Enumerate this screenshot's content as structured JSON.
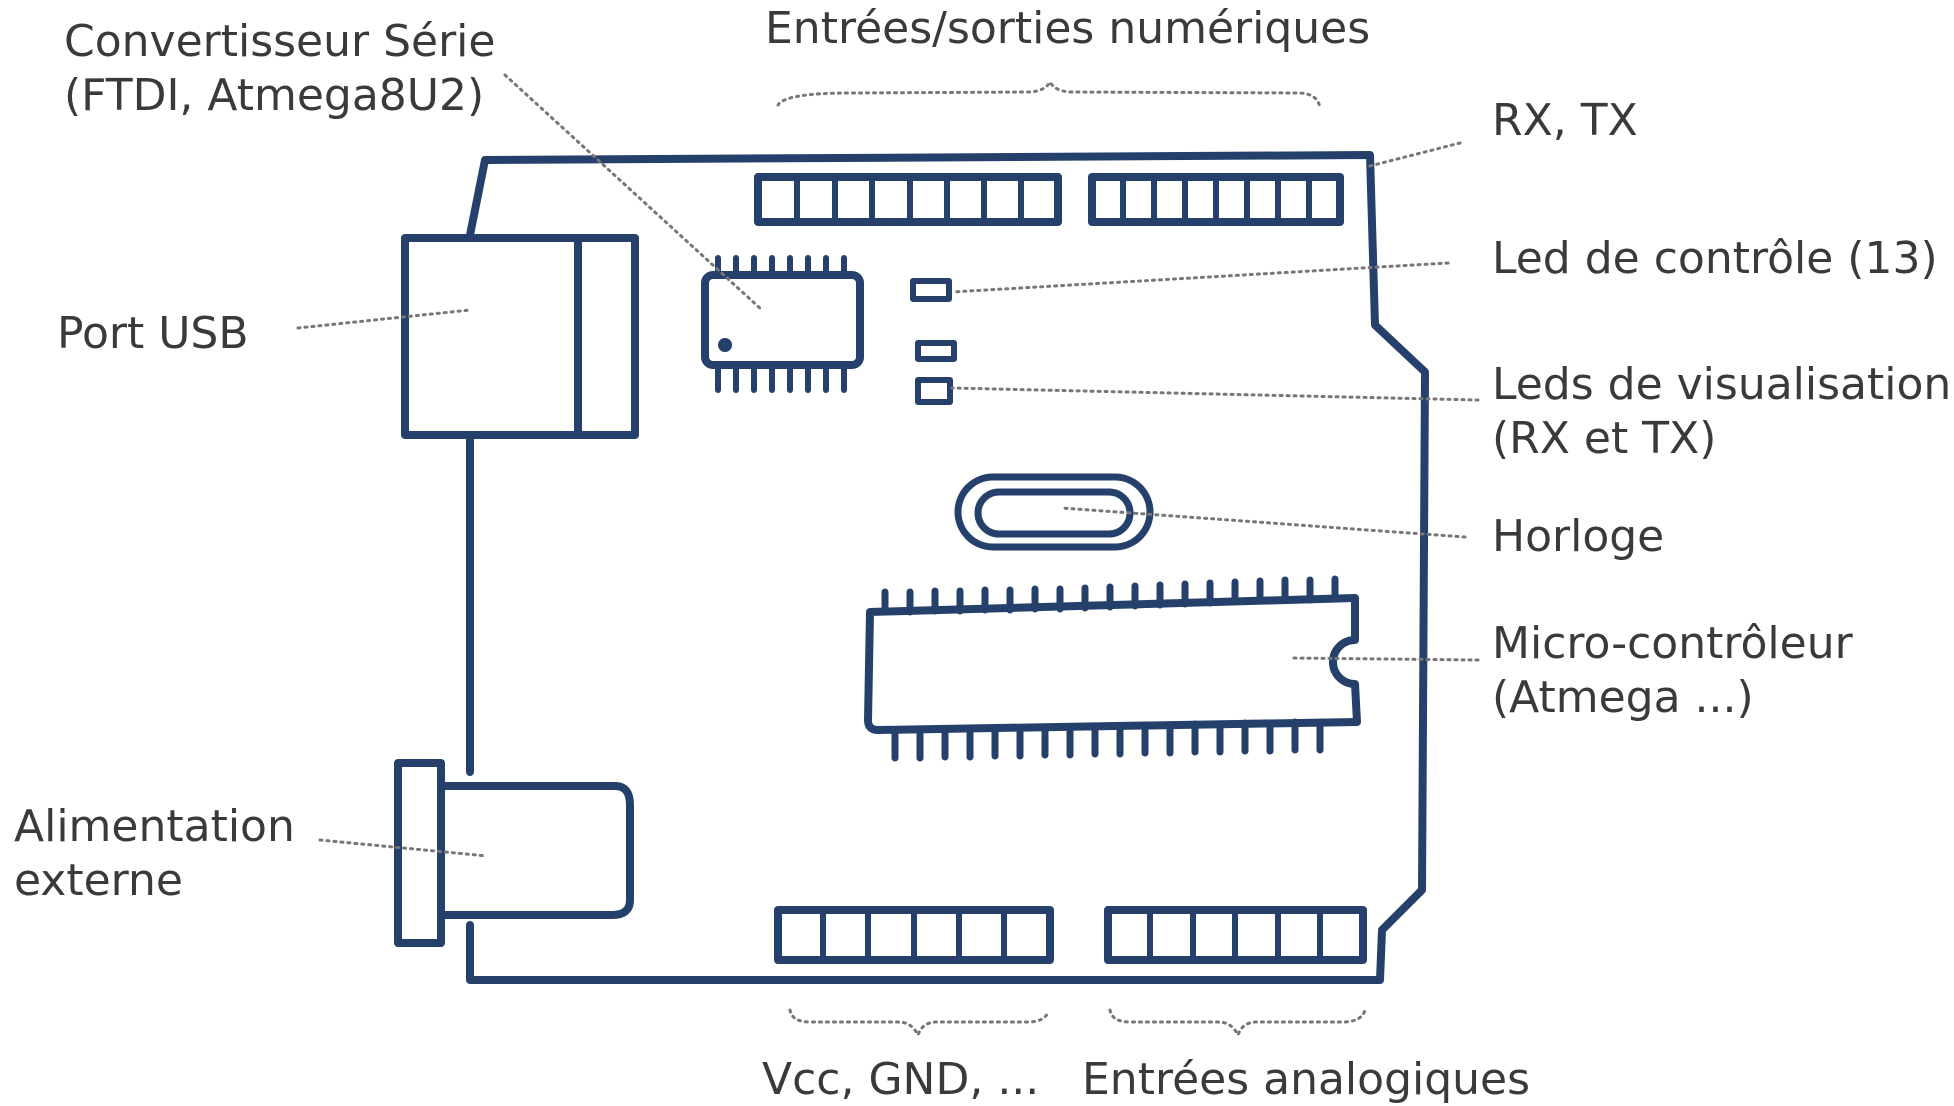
{
  "colors": {
    "ink": "#25406b",
    "leader": "#777777",
    "text": "#3a3a3a",
    "background": "#ffffff"
  },
  "labels": {
    "converter": {
      "line1": "Convertisseur Série",
      "line2": "(FTDI, Atmega8U2)"
    },
    "digital_io": "Entrées/sorties numériques",
    "rx_tx": "RX, TX",
    "control_led": "Led de contrôle (13)",
    "usb_port": "Port USB",
    "viz_leds": {
      "line1": "Leds de visualisation",
      "line2": "(RX et TX)"
    },
    "clock": "Horloge",
    "microcontroller": {
      "line1": "Micro-contrôleur",
      "line2": "(Atmega ...)"
    },
    "external_power": {
      "line1": "Alimentation",
      "line2": "externe"
    },
    "power_pins": "Vcc, GND, ...",
    "analog_inputs": "Entrées analogiques"
  }
}
